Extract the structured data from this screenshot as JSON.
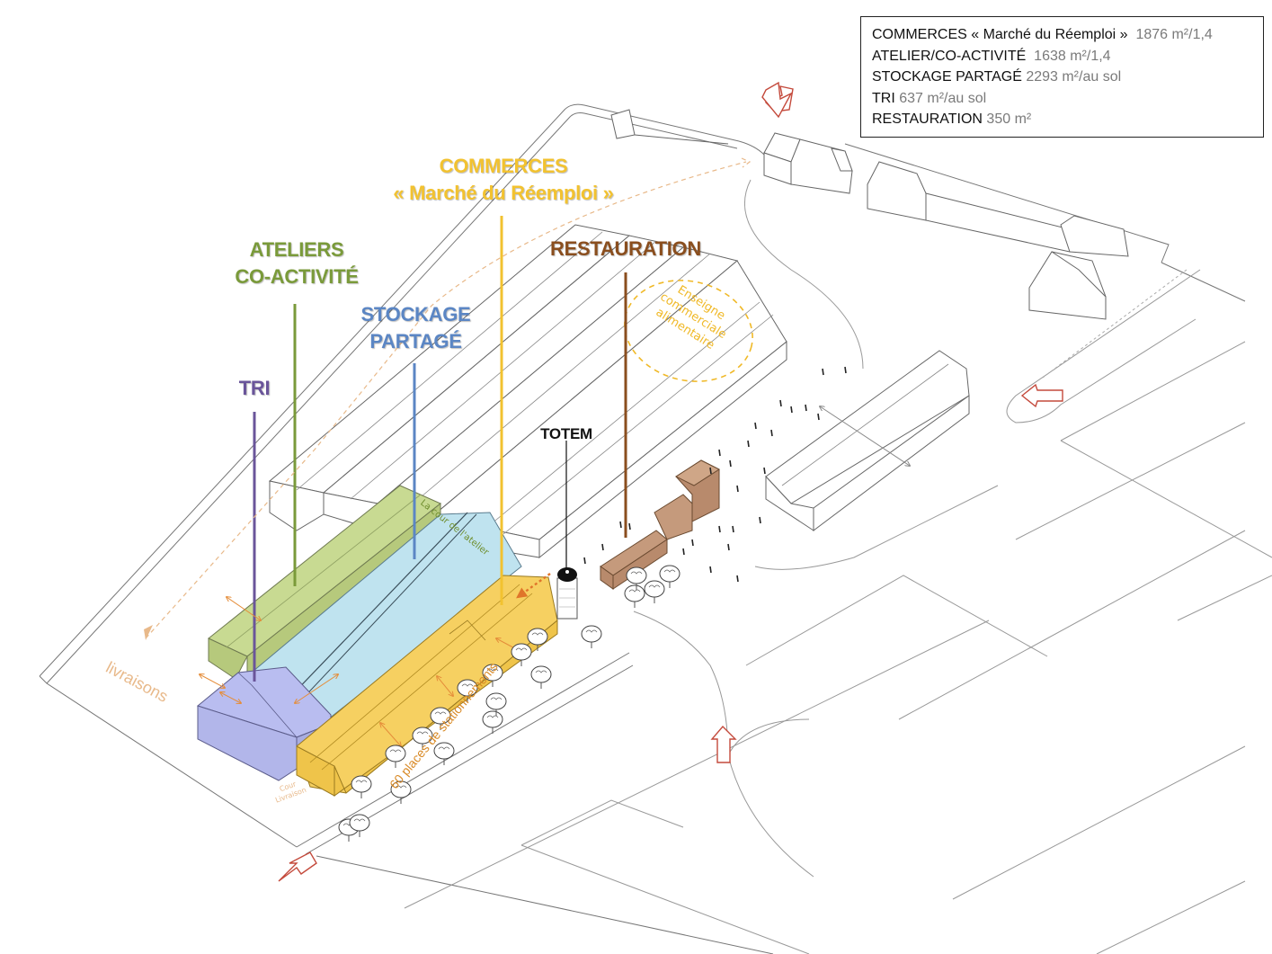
{
  "legend": {
    "rows": [
      {
        "label": "COMMERCES « Marché du Réemploi »",
        "value": "1876 m²/1,4"
      },
      {
        "label": "ATELIER/CO-ACTIVITÉ",
        "value": "1638 m²/1,4"
      },
      {
        "label": "STOCKAGE PARTAGÉ",
        "value": "2293 m²/au sol"
      },
      {
        "label": "TRI",
        "value": "637 m²/au sol"
      },
      {
        "label": "RESTAURATION",
        "value": "350 m²"
      }
    ]
  },
  "zones": {
    "commerces": {
      "line1": "COMMERCES",
      "line2": "« Marché du Réemploi »",
      "color": "#f2c230"
    },
    "ateliers": {
      "line1": "ATELIERS",
      "line2": "CO-ACTIVITÉ",
      "color": "#7a9a3a"
    },
    "stockage": {
      "line1": "STOCKAGE",
      "line2": "PARTAGÉ",
      "color": "#5b86c4"
    },
    "tri": {
      "line1": "TRI",
      "color": "#6a559a"
    },
    "restauration": {
      "line1": "RESTAURATION",
      "color": "#8a4e1e"
    },
    "totem": {
      "line1": "TOTEM",
      "color": "#111111"
    }
  },
  "annotations": {
    "enseigne": [
      "Enseigne",
      "commerciale",
      "alimentaire"
    ],
    "cour_atelier": "La cour de l'atelier",
    "livraisons": "livraisons",
    "parking": "60 places de stationnements",
    "cour_livraison": [
      "Cour",
      "Livraison"
    ]
  },
  "colors": {
    "atelier_fill": "#c8da92",
    "stockage_fill": "#bfe3ef",
    "commerces_fill": "#f6d061",
    "tri_fill": "#b9bdf0",
    "restauration_fill": "#c59a7c",
    "access_arrow": "#c44a3c",
    "orange_arrow": "#e58d3a"
  },
  "icons": {
    "access": "entrance-arrow-icon",
    "tree": "tree-icon"
  }
}
